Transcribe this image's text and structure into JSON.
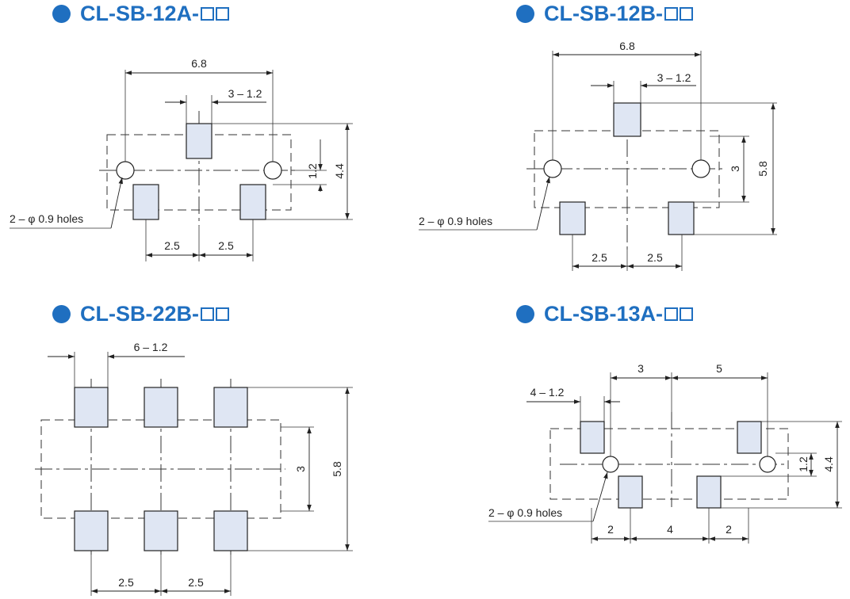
{
  "accent_color": "#1f6fc0",
  "pad_color": "#dfe6f3",
  "panels": {
    "sb12a": {
      "title": "CL-SB-12A-",
      "dims": {
        "width": "6.8",
        "pad_width": "3 – 1.2",
        "row_gap": "1.2",
        "height": "4.4",
        "pitch_left": "2.5",
        "pitch_right": "2.5"
      },
      "holes_label": "2 – φ 0.9  holes"
    },
    "sb12b": {
      "title": "CL-SB-12B-",
      "dims": {
        "width": "6.8",
        "pad_width": "3 – 1.2",
        "row_gap": "3",
        "height": "5.8",
        "pitch_left": "2.5",
        "pitch_right": "2.5"
      },
      "holes_label": "2 – φ 0.9  holes"
    },
    "sb22b": {
      "title": "CL-SB-22B-",
      "dims": {
        "pad_width": "6 – 1.2",
        "row_gap": "3",
        "height": "5.8",
        "pitch_left": "2.5",
        "pitch_right": "2.5"
      }
    },
    "sb13a": {
      "title": "CL-SB-13A-",
      "dims": {
        "top_left": "3",
        "top_right": "5",
        "pad_width": "4 – 1.2",
        "row_gap": "1.2",
        "height": "4.4",
        "bottom_left": "2",
        "bottom_mid": "4",
        "bottom_right": "2"
      },
      "holes_label": "2 – φ 0.9  holes"
    }
  }
}
